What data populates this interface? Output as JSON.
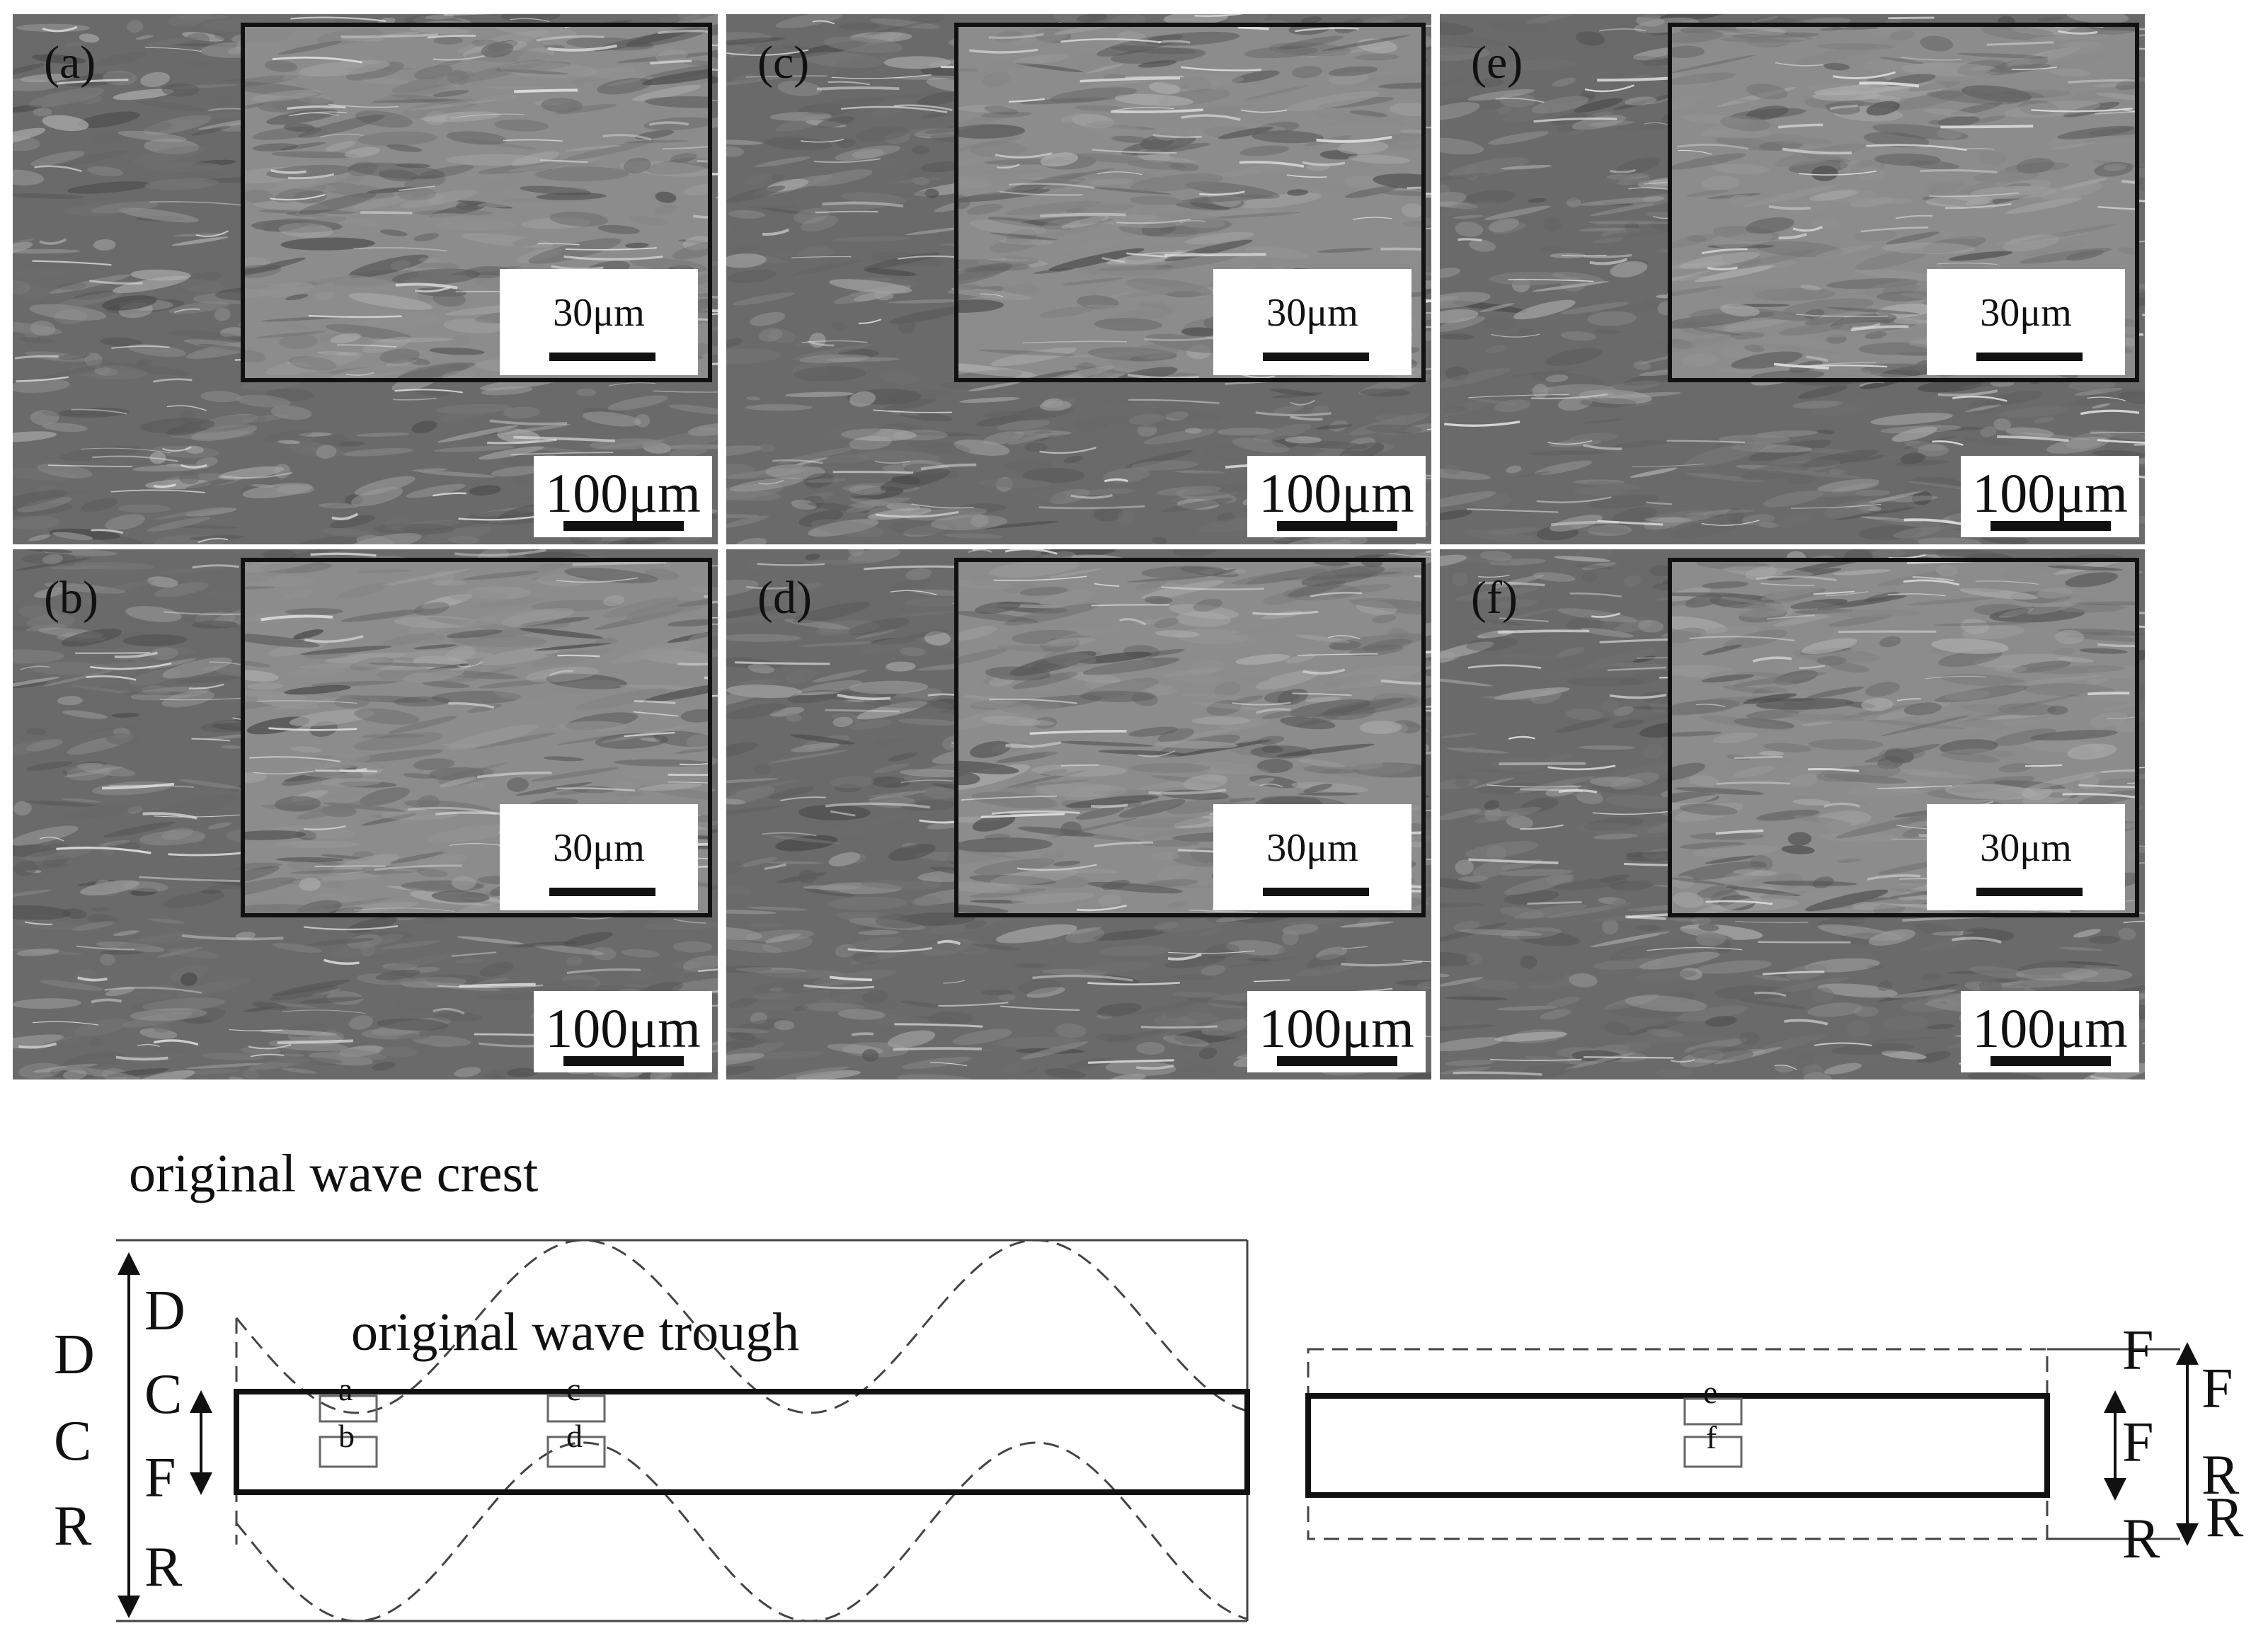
{
  "panels": [
    {
      "id": "a",
      "label": "(a)",
      "inset_scale": "30μm",
      "main_scale": "100μm"
    },
    {
      "id": "c",
      "label": "(c)",
      "inset_scale": "30μm",
      "main_scale": "100μm"
    },
    {
      "id": "e",
      "label": "(e)",
      "inset_scale": "30μm",
      "main_scale": "100μm"
    },
    {
      "id": "b",
      "label": "(b)",
      "inset_scale": "30μm",
      "main_scale": "100μm"
    },
    {
      "id": "d",
      "label": "(d)",
      "inset_scale": "30μm",
      "main_scale": "100μm"
    },
    {
      "id": "f",
      "label": "(f)",
      "inset_scale": "30μm",
      "main_scale": "100μm"
    }
  ],
  "diagram": {
    "crest_label": "original wave crest",
    "trough_label": "original wave trough",
    "left_outer_letters": [
      "D",
      "C",
      "R"
    ],
    "left_inner_letters": [
      "D",
      "C",
      "F",
      "R"
    ],
    "left_sample_boxes": [
      "a",
      "b",
      "c",
      "d"
    ],
    "right_sample_boxes": [
      "e",
      "f"
    ],
    "right_side_letters": [
      "F",
      "F",
      "R",
      "R"
    ],
    "right_outer_letters": [
      "F",
      "R"
    ]
  }
}
